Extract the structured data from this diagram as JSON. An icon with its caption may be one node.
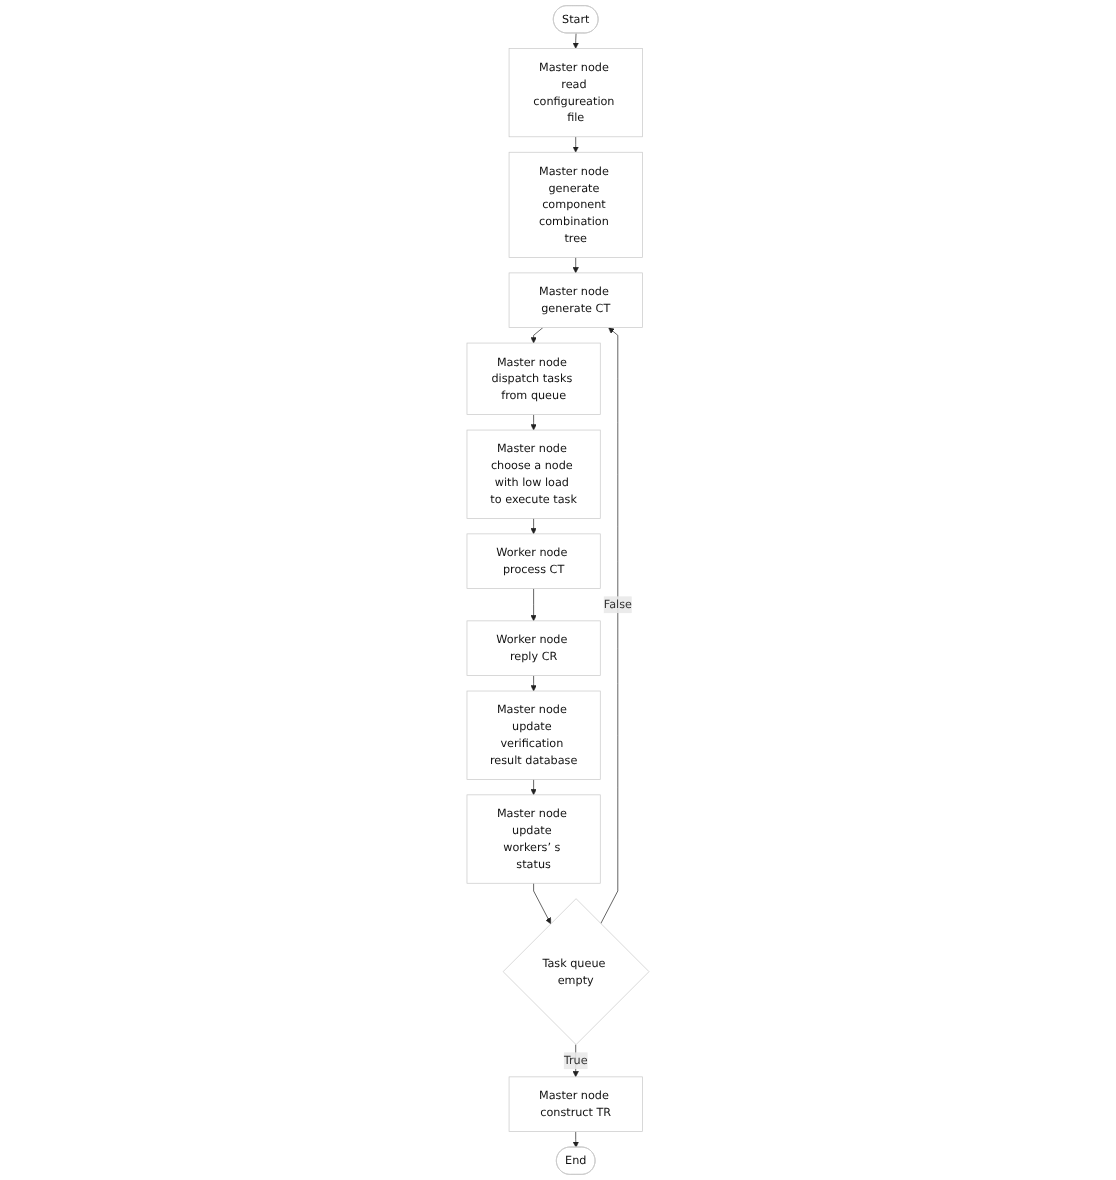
{
  "diagram": {
    "nodes": [
      {
        "text": [
          "Start"
        ]
      },
      {
        "text": [
          "Master node read configureation file"
        ]
      },
      {
        "text": [
          "Master node generate component combination tree"
        ]
      },
      {
        "text": [
          "Master node generate CT"
        ]
      },
      {
        "text": [
          "Master node dispatch tasks from queue"
        ]
      },
      {
        "text": [
          "Master node choose a node with low load to execute task"
        ]
      },
      {
        "text": [
          "Worker node process CT"
        ]
      },
      {
        "text": [
          "Worker node reply CR"
        ]
      },
      {
        "text": [
          "Master node update verification result database"
        ]
      },
      {
        "text": [
          "Master node update workers’ s status"
        ]
      },
      {
        "text": [
          "Task queue empty"
        ]
      },
      {
        "text": [
          "Master node construct TR"
        ]
      },
      {
        "text": [
          "End"
        ]
      }
    ],
    "edges": [
      {
        "from": 0,
        "to": 1,
        "arrow": "to"
      },
      {
        "from": 1,
        "to": 2,
        "arrow": "to"
      },
      {
        "from": 2,
        "to": 3,
        "arrow": "to"
      },
      {
        "from": 3,
        "to": 4,
        "arrow": "to"
      },
      {
        "from": 4,
        "to": 5,
        "arrow": "to"
      },
      {
        "from": 5,
        "to": 6,
        "arrow": "to"
      },
      {
        "from": 6,
        "to": 7,
        "arrow": "to"
      },
      {
        "from": 7,
        "to": 8,
        "arrow": "to"
      },
      {
        "from": 8,
        "to": 9,
        "arrow": "to"
      },
      {
        "from": 9,
        "to": 10,
        "arrow": "to"
      },
      {
        "from": 10,
        "to": 11,
        "label": "True",
        "arrow": "to"
      },
      {
        "from": 10,
        "to": 3,
        "label": "False",
        "arrow": "to"
      },
      {
        "from": 11,
        "to": 12,
        "arrow": "to"
      }
    ]
  }
}
